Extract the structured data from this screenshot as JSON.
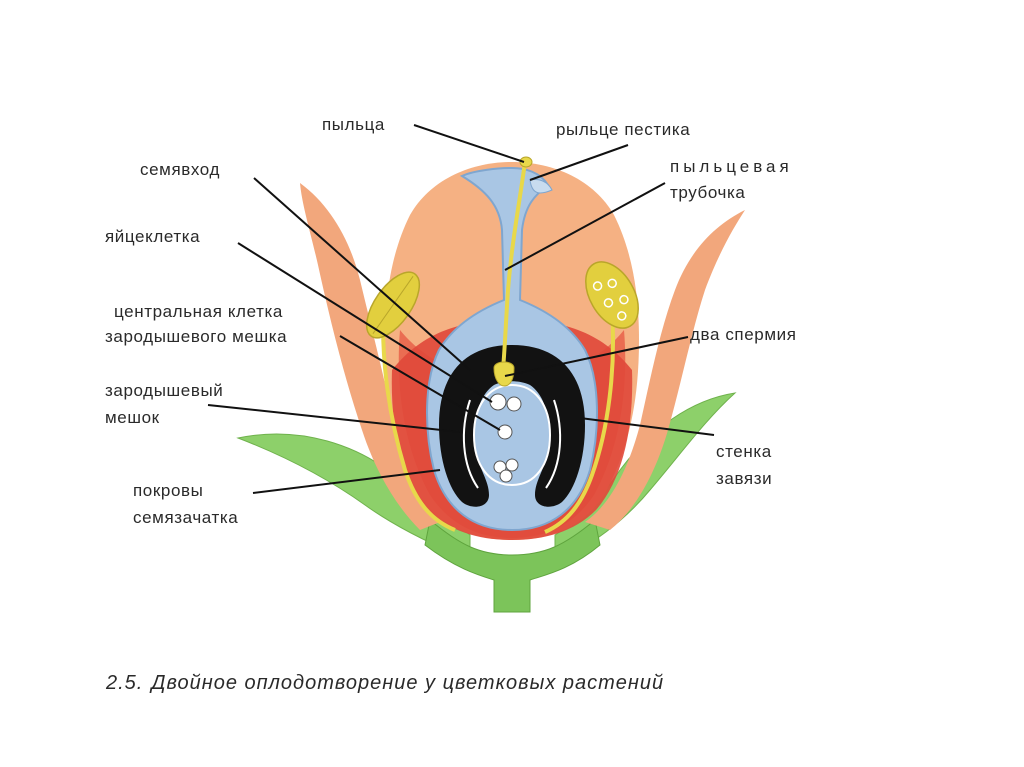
{
  "labels": {
    "pollen": "пыльца",
    "stigma": "рыльце пестика",
    "micropyle": "семявход",
    "pollen_tube_line1": "пыльцевая",
    "pollen_tube_line2": "трубочка",
    "egg_cell": "яйцеклетка",
    "central_cell_line1": "центральная клетка",
    "central_cell_line2": "зародышевого мешка",
    "two_sperm": "два спермия",
    "embryo_sac_line1": "зародышевый",
    "embryo_sac_line2": "мешок",
    "ovary_wall_line1": "стенка",
    "ovary_wall_line2": "завязи",
    "integuments_line1": "покровы",
    "integuments_line2": "семязачатка"
  },
  "caption": {
    "number": "2.5.",
    "text": "Двойное оплодотворение у цветковых растений"
  },
  "colors": {
    "petal_outer": "#f2a77c",
    "petal_inner": "#e8624a",
    "ovary_red": "#e0483a",
    "pistil_blue": "#a9c6e4",
    "pistil_blue_dark": "#7fa6cf",
    "tube_yellow": "#e8d84a",
    "ovule_black": "#121212",
    "sepal_green": "#8dd06a",
    "stem_green": "#7cc45a",
    "anther_yellow": "#e2cf3e"
  }
}
